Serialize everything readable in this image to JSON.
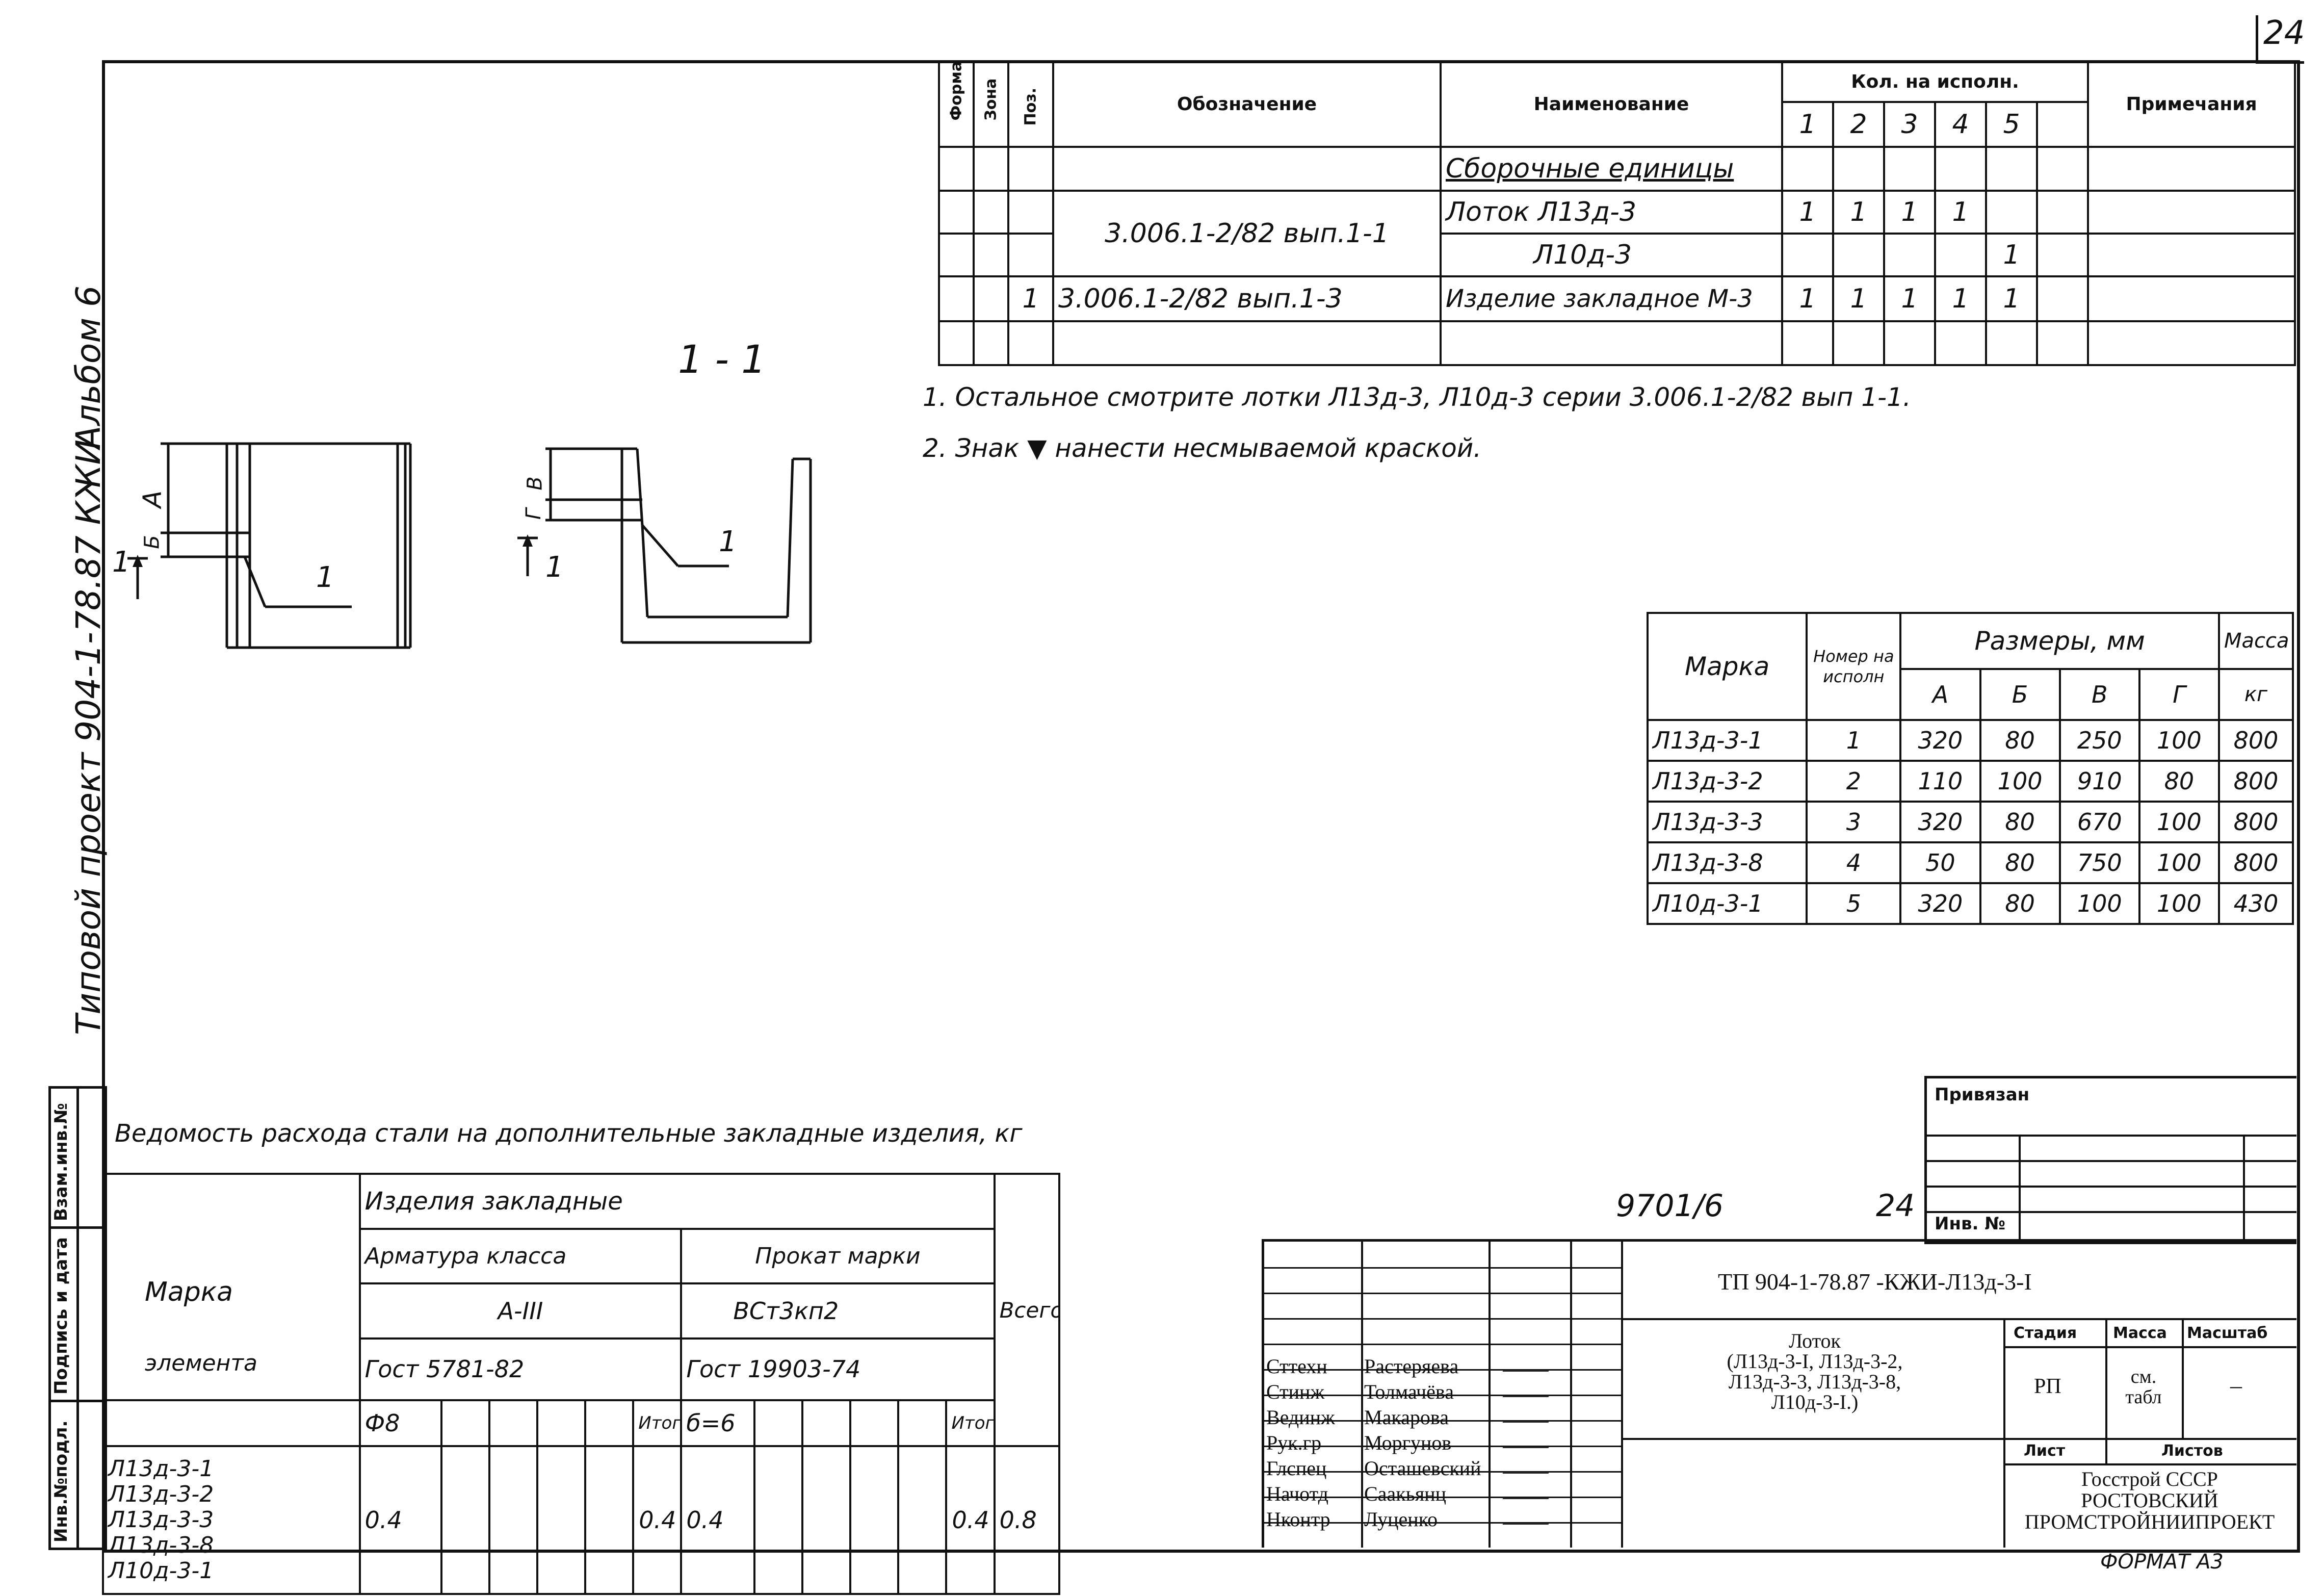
{
  "sheet": {
    "page_number": "24",
    "format_label": "ФОРМАТ А3",
    "album_label": "Альбом 6",
    "project_label": "Типовой проект 904-1-78.87 КЖИ"
  },
  "left_stamp": [
    "Взам.инв.№",
    "Подпись и дата",
    "Инв.№подл."
  ],
  "spec_table": {
    "headers": {
      "format": "Формат",
      "zone": "Зона",
      "pos": "Поз.",
      "designation": "Обозначение",
      "name": "Наименование",
      "qty_title": "Кол. на исполн.",
      "qty_cols": [
        "1",
        "2",
        "3",
        "4",
        "5",
        ""
      ],
      "note": "Примечания"
    },
    "section": "Сборочные единицы",
    "rows": [
      {
        "pos": "",
        "designation": "3.006.1-2/82 вып.1-1",
        "name": "Лоток Л13д-3",
        "q": [
          "1",
          "1",
          "1",
          "1",
          "",
          ""
        ],
        "note": ""
      },
      {
        "pos": "",
        "designation": "",
        "name": "Л10д-3",
        "q": [
          "",
          "",
          "",
          "",
          "1",
          ""
        ],
        "note": ""
      },
      {
        "pos": "1",
        "designation": "3.006.1-2/82 вып.1-3",
        "name": "Изделие закладное М-3",
        "q": [
          "1",
          "1",
          "1",
          "1",
          "1",
          ""
        ],
        "note": ""
      }
    ]
  },
  "notes": [
    "1. Остальное смотрите лотки Л13д-3, Л10д-3 серии 3.006.1-2/82 вып 1-1.",
    "2. Знак ▼ нанести несмываемой краской."
  ],
  "drawing": {
    "section_label": "1 - 1",
    "cut_mark": "1",
    "dim_a": "А",
    "dim_b": "Б",
    "dim_v": "В",
    "dim_g": "Г",
    "leader": "1"
  },
  "size_table": {
    "h_marka": "Марка",
    "h_num": "Номер на исполн",
    "h_sizes": "Размеры, мм",
    "h_mass": "Масса",
    "h_mass_unit": "кг",
    "cols": [
      "А",
      "Б",
      "В",
      "Г"
    ],
    "rows": [
      {
        "marka": "Л13д-3-1",
        "num": "1",
        "a": "320",
        "b": "80",
        "v": "250",
        "g": "100",
        "m": "800"
      },
      {
        "marka": "Л13д-3-2",
        "num": "2",
        "a": "110",
        "b": "100",
        "v": "910",
        "g": "80",
        "m": "800"
      },
      {
        "marka": "Л13д-3-3",
        "num": "3",
        "a": "320",
        "b": "80",
        "v": "670",
        "g": "100",
        "m": "800"
      },
      {
        "marka": "Л13д-3-8",
        "num": "4",
        "a": "50",
        "b": "80",
        "v": "750",
        "g": "100",
        "m": "800"
      },
      {
        "marka": "Л10д-3-1",
        "num": "5",
        "a": "320",
        "b": "80",
        "v": "100",
        "g": "100",
        "m": "430"
      }
    ]
  },
  "steel": {
    "title": "Ведомость расхода стали на дополнительные закладные изделия, кг",
    "h_marka": "Марка",
    "h_element": "элемента",
    "h_products": "Изделия закладные",
    "h_arm": "Арматура класса",
    "h_prokat": "Прокат марки",
    "arm_class": "А-III",
    "prokat": "ВСт3кп2",
    "gost1": "Гост 5781-82",
    "gost2": "Гост 19903-74",
    "d1": "Ф8",
    "d2": "б=6",
    "itogo": "Итого",
    "vsego": "Всего",
    "marks": "Л13д-3-1\nЛ13д-3-2\nЛ13д-3-3\nЛ13д-3-8\nЛ10д-3-1",
    "v1": "0.4",
    "v2": "0.4",
    "v3": "0.4",
    "v4": "0.4",
    "v5": "0.8"
  },
  "title_block": {
    "privyazan": "Привязан",
    "inv": "Инв. №",
    "hand_num": "9701/6",
    "hand_sheet": "24",
    "code": "ТП 904-1-78.87 -КЖИ-Л13д-3-I",
    "object": "Лоток\n(Л13д-3-I, Л13д-3-2,\nЛ13д-3-3, Л13д-3-8,\nЛ10д-3-I.)",
    "stage_h": "Стадия",
    "mass_h": "Масса",
    "scale_h": "Масштаб",
    "stage": "РП",
    "mass": "см. табл",
    "scale": "–",
    "sheet_h": "Лист",
    "sheets_h": "Листов",
    "org": "Госстрой СССР\nРОСТОВСКИЙ\nПРОМСТРОЙНИИПРОЕКТ",
    "people": [
      {
        "role": "Сттехн",
        "name": "Растеряева"
      },
      {
        "role": "Стинж",
        "name": "Толмачёва"
      },
      {
        "role": "Вединж",
        "name": "Макарова"
      },
      {
        "role": "Рук.гр",
        "name": "Моргунов"
      },
      {
        "role": "Глспец",
        "name": "Осташевский"
      },
      {
        "role": "Начотд",
        "name": "Саакьянц"
      },
      {
        "role": "Нконтр",
        "name": "Луценко"
      }
    ]
  }
}
